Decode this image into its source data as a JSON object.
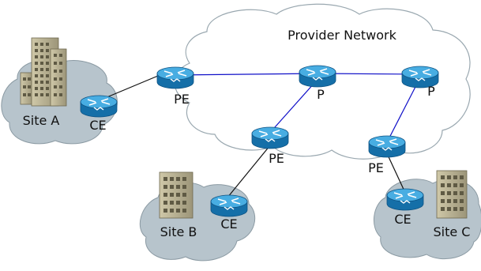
{
  "diagram": {
    "cloud_title": "Provider Network",
    "sites": {
      "a": "Site A",
      "b": "Site B",
      "c": "Site C"
    },
    "routers": {
      "pe_top_left": "PE",
      "p_top_center": "P",
      "p_top_right": "P",
      "pe_middle": "PE",
      "pe_right": "PE",
      "ce_a": "CE",
      "ce_b": "CE",
      "ce_c": "CE"
    }
  },
  "colors": {
    "backbone_link": "#1010c8",
    "access_link": "#111111",
    "router_body": "#1f86c8",
    "router_top": "#5cb7e8",
    "site_cloud": "#b7c4cc",
    "provider_cloud": "#ffffff"
  }
}
